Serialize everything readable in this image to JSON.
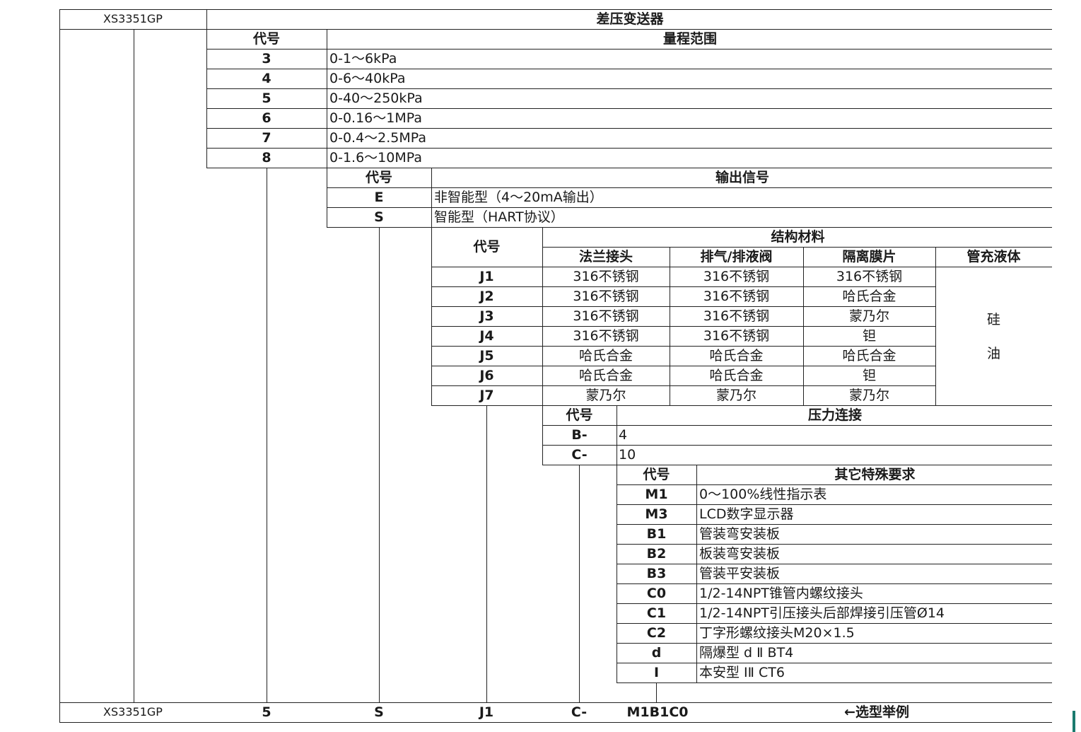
{
  "header": {
    "model": "XS3351GP",
    "title": "差压变送器"
  },
  "range": {
    "code_label": "代号",
    "title": "量程范围",
    "rows": [
      {
        "code": "3",
        "desc": "0-1～6kPa"
      },
      {
        "code": "4",
        "desc": "0-6～40kPa"
      },
      {
        "code": "5",
        "desc": "0-40～250kPa"
      },
      {
        "code": "6",
        "desc": "0-0.16～1MPa"
      },
      {
        "code": "7",
        "desc": "0-0.4～2.5MPa"
      },
      {
        "code": "8",
        "desc": "0-1.6～10MPa"
      }
    ]
  },
  "output": {
    "code_label": "代号",
    "title": "输出信号",
    "rows": [
      {
        "code": "E",
        "desc": "非智能型（4～20mA输出）"
      },
      {
        "code": "S",
        "desc": "智能型（HART协议）"
      }
    ]
  },
  "material": {
    "code_label": "代号",
    "title": "结构材料",
    "columns": [
      "法兰接头",
      "排气/排液阀",
      "隔离膜片",
      "管充液体"
    ],
    "fill": [
      "硅",
      "油"
    ],
    "rows": [
      {
        "code": "J1",
        "flange": "316不锈钢",
        "vent": "316不锈钢",
        "diaphragm": "316不锈钢"
      },
      {
        "code": "J2",
        "flange": "316不锈钢",
        "vent": "316不锈钢",
        "diaphragm": "哈氏合金"
      },
      {
        "code": "J3",
        "flange": "316不锈钢",
        "vent": "316不锈钢",
        "diaphragm": "蒙乃尔"
      },
      {
        "code": "J4",
        "flange": "316不锈钢",
        "vent": "316不锈钢",
        "diaphragm": "钽"
      },
      {
        "code": "J5",
        "flange": "哈氏合金",
        "vent": "哈氏合金",
        "diaphragm": "哈氏合金"
      },
      {
        "code": "J6",
        "flange": "哈氏合金",
        "vent": "哈氏合金",
        "diaphragm": "钽"
      },
      {
        "code": "J7",
        "flange": "蒙乃尔",
        "vent": "蒙乃尔",
        "diaphragm": "蒙乃尔"
      }
    ]
  },
  "pressure": {
    "code_label": "代号",
    "title": "压力连接",
    "rows": [
      {
        "code": "B-",
        "desc": "4"
      },
      {
        "code": "C-",
        "desc": "10"
      }
    ]
  },
  "special": {
    "code_label": "代号",
    "title": "其它特殊要求",
    "rows": [
      {
        "code": "M1",
        "desc": "0～100%线性指示表"
      },
      {
        "code": "M3",
        "desc": "LCD数字显示器"
      },
      {
        "code": "B1",
        "desc": "管装弯安装板"
      },
      {
        "code": "B2",
        "desc": "板装弯安装板"
      },
      {
        "code": "B3",
        "desc": "管装平安装板"
      },
      {
        "code": "C0",
        "desc": "1/2-14NPT锥管内螺纹接头"
      },
      {
        "code": "C1",
        "desc": "1/2-14NPT引压接头后部焊接引压管Ø14"
      },
      {
        "code": "C2",
        "desc": "丁字形螺纹接头M20×1.5"
      },
      {
        "code": "d",
        "desc": "隔爆型 d Ⅱ BT4"
      },
      {
        "code": "I",
        "desc": "本安型 ⅠⅡ CT6"
      }
    ]
  },
  "example": {
    "model": "XS3351GP",
    "range": "5",
    "output": "S",
    "material": "J1",
    "pressure": "C-",
    "special": "M1B1C0",
    "note": "←选型举例"
  }
}
